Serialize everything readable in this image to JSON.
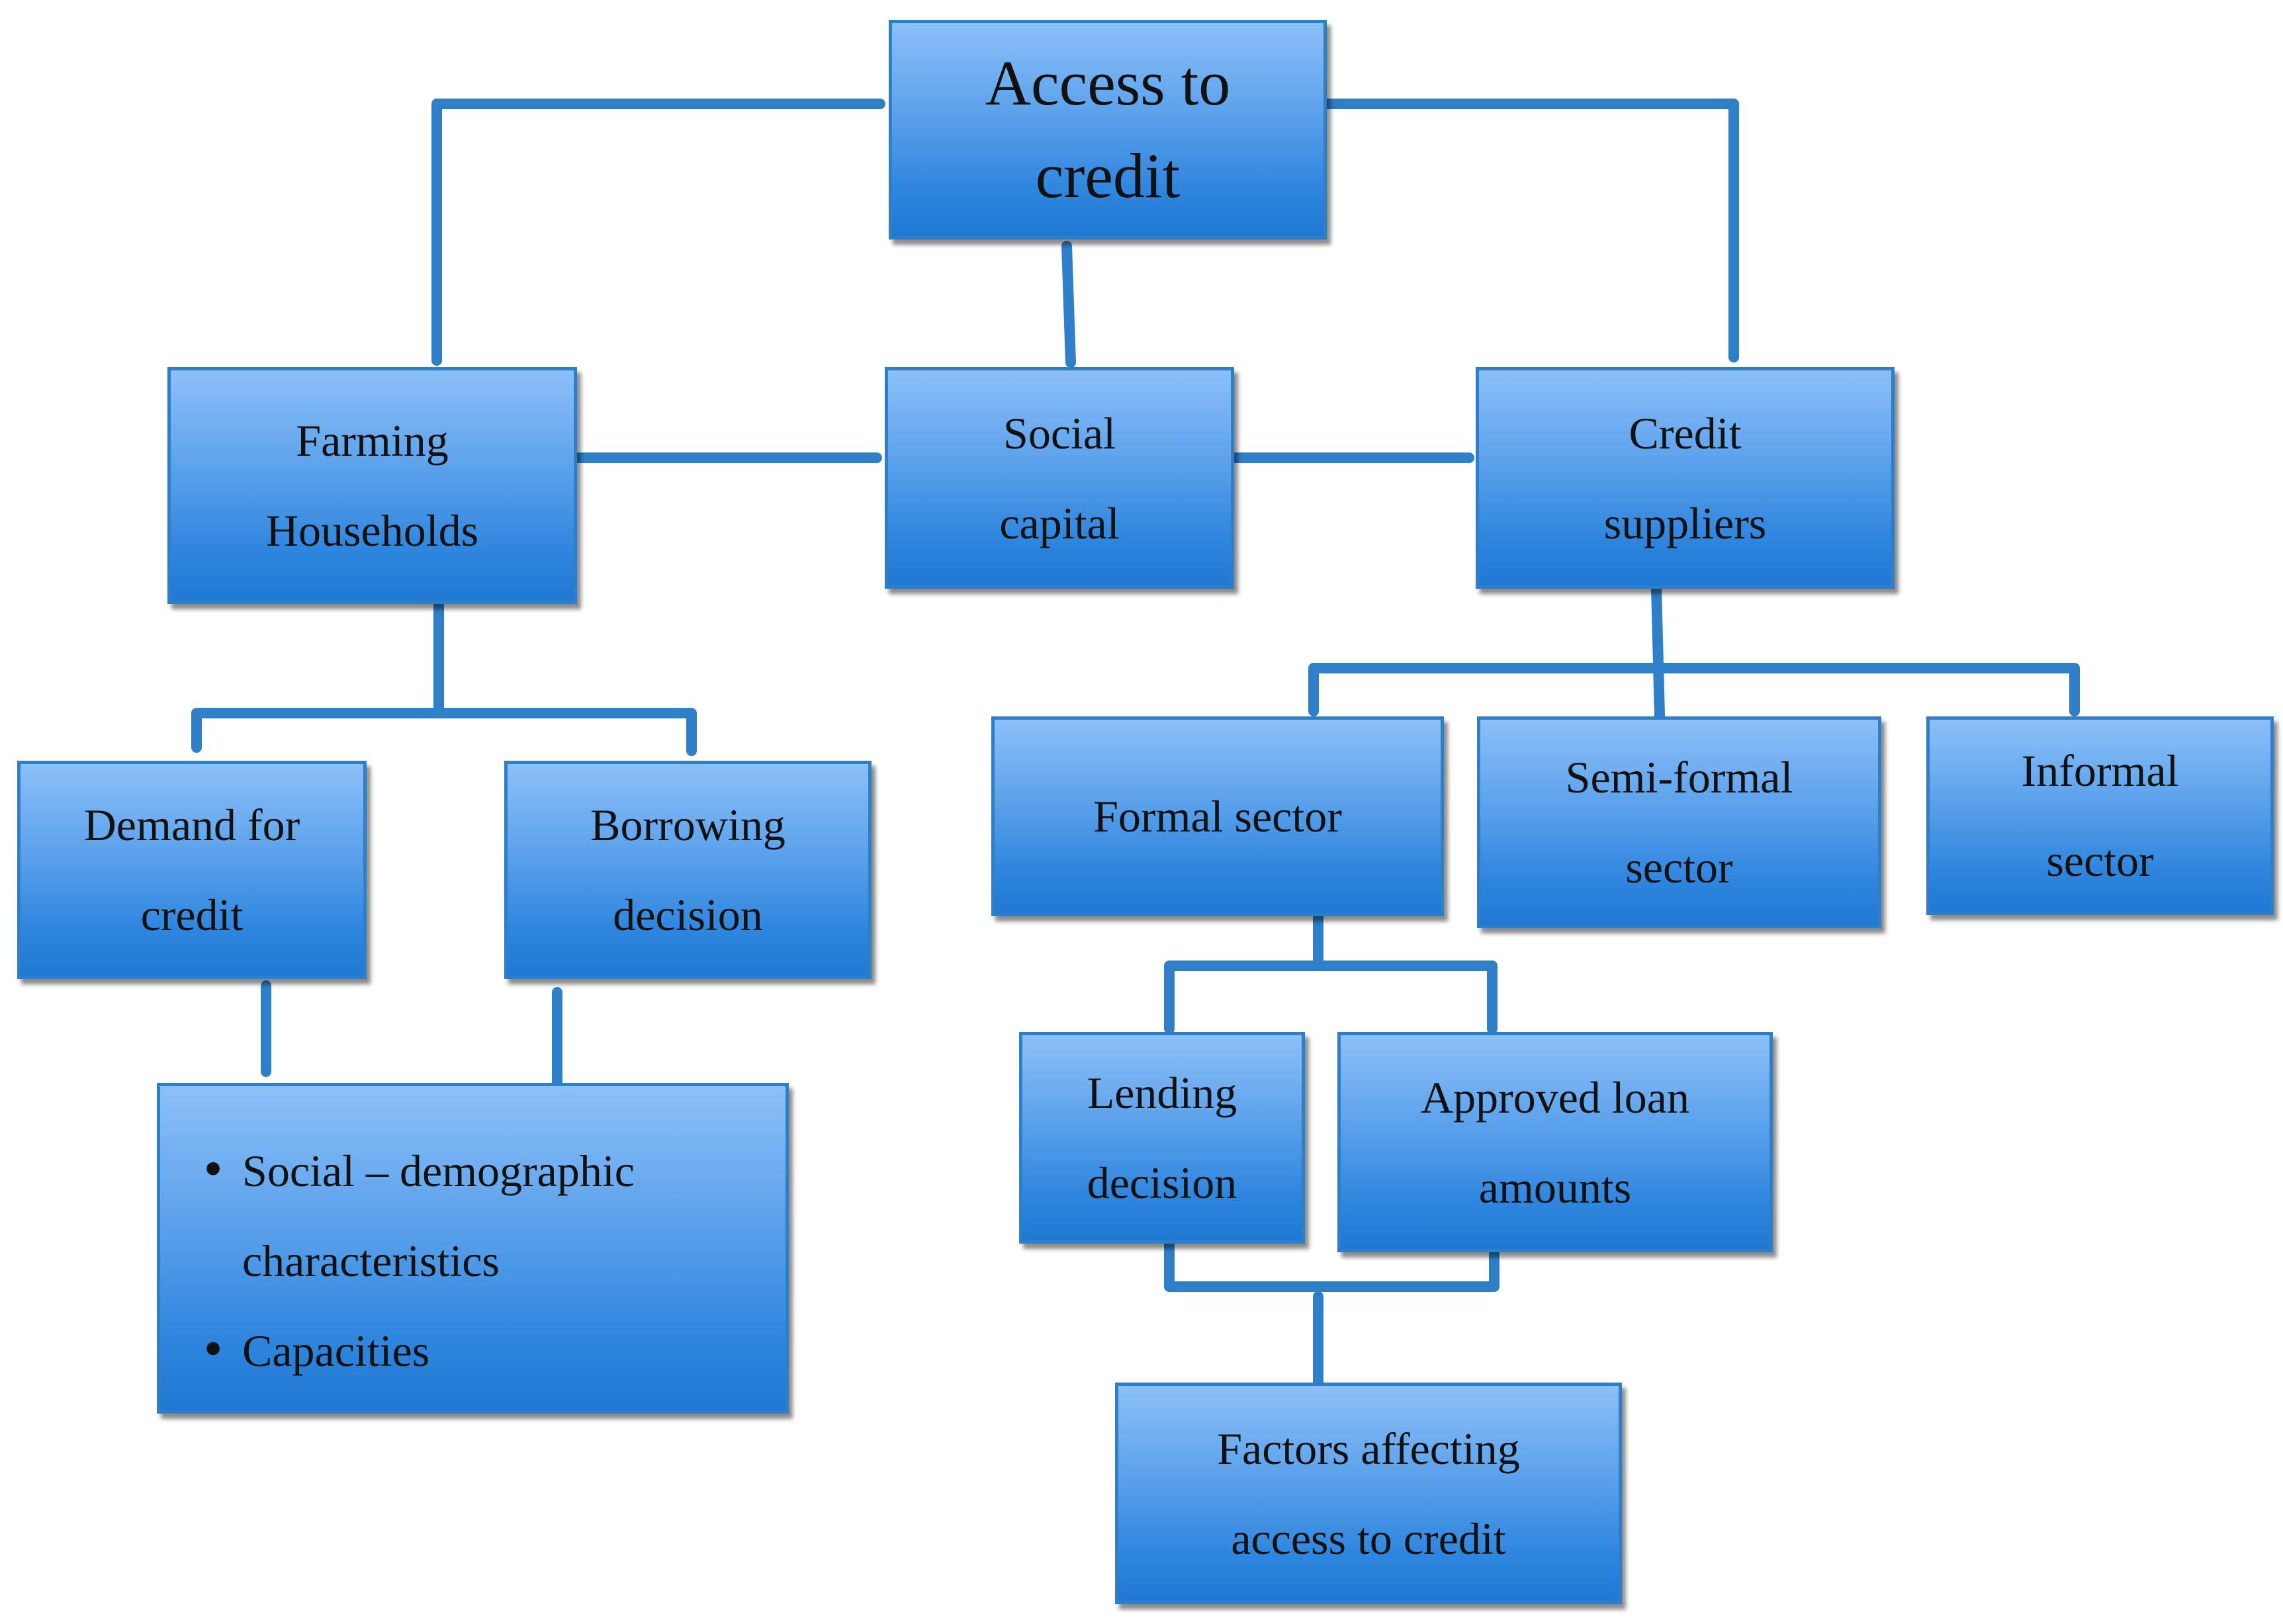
{
  "diagram": {
    "colors": {
      "connector": "#2f7fc8",
      "box_top": "#8cc0f8",
      "box_bottom": "#1f78d3",
      "text": "#111111"
    },
    "nodes": {
      "access": "Access to credit",
      "farming": "Farming Households",
      "social": "Social capital",
      "suppliers": "Credit suppliers",
      "demand": "Demand for credit",
      "borrowing": "Borrowing decision",
      "characteristics": {
        "items": [
          "Social – demographic characteristics",
          "Capacities"
        ]
      },
      "formal": "Formal sector",
      "semiformal": "Semi-formal sector",
      "informal": "Informal sector",
      "lending": "Lending decision",
      "approved": "Approved loan amounts",
      "factors": "Factors affecting access to credit"
    },
    "edges": [
      {
        "from": "Farming Households",
        "to": "Access to credit",
        "arrow": true
      },
      {
        "from": "Access to credit",
        "to": "Credit suppliers",
        "arrow": true
      },
      {
        "from": "Access to credit",
        "to": "Social capital",
        "arrow": false
      },
      {
        "from": "Farming Households",
        "to": "Social capital",
        "arrow": true
      },
      {
        "from": "Social capital",
        "to": "Credit suppliers",
        "arrow": true
      },
      {
        "from": "Farming Households",
        "to": "Demand for credit",
        "arrow": false
      },
      {
        "from": "Farming Households",
        "to": "Borrowing decision",
        "arrow": false
      },
      {
        "from": "Social – demographic characteristics",
        "to": "Demand for credit",
        "arrow": true
      },
      {
        "from": "Social – demographic characteristics",
        "to": "Borrowing decision",
        "arrow": true
      },
      {
        "from": "Credit suppliers",
        "to": "Formal sector",
        "arrow": false
      },
      {
        "from": "Credit suppliers",
        "to": "Semi-formal sector",
        "arrow": false
      },
      {
        "from": "Credit suppliers",
        "to": "Informal sector",
        "arrow": false
      },
      {
        "from": "Formal sector",
        "to": "Lending decision",
        "arrow": false
      },
      {
        "from": "Formal sector",
        "to": "Approved loan amounts",
        "arrow": false
      },
      {
        "from": "Factors affecting access to credit",
        "to": "Lending decision",
        "arrow": true
      },
      {
        "from": "Factors affecting access to credit",
        "to": "Approved loan amounts",
        "arrow": true
      }
    ]
  }
}
